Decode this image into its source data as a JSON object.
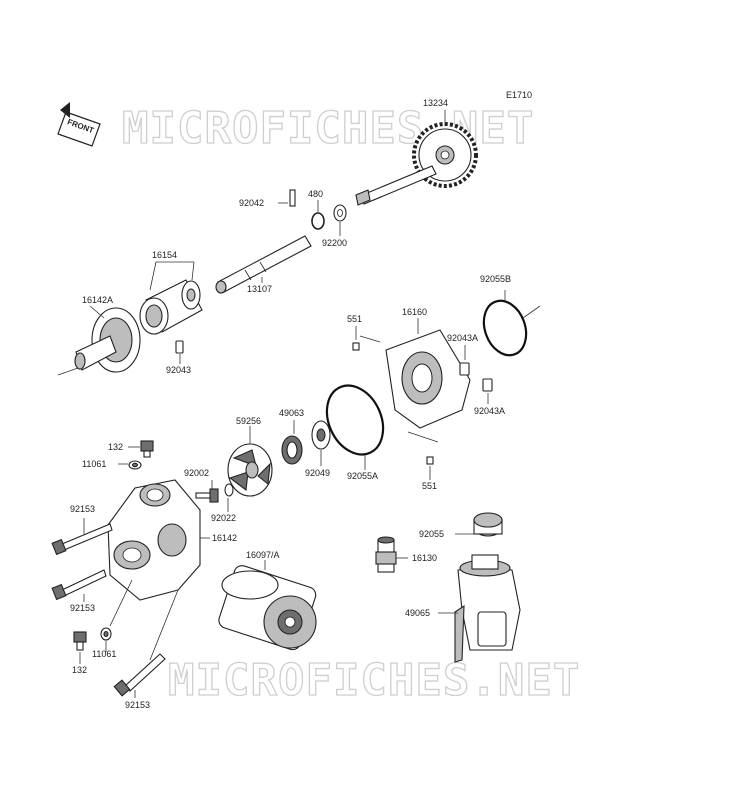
{
  "diagram_code": "E1710",
  "front_label": "FRONT",
  "watermarks": [
    "MICROFICHES.NET",
    "MICROFICHES.NET"
  ],
  "labels": {
    "p13234": "13234",
    "p92042": "92042",
    "p480": "480",
    "p92200": "92200",
    "p16154": "16154",
    "p16142A": "16142A",
    "p13107": "13107",
    "p92043": "92043",
    "p92055B": "92055B",
    "p551a": "551",
    "p16160": "16160",
    "p92043Aa": "92043A",
    "p92043Ab": "92043A",
    "p59256": "59256",
    "p49063": "49063",
    "p92049": "92049",
    "p92055A": "92055A",
    "p551b": "551",
    "p132a": "132",
    "p11061a": "11061",
    "p92002": "92002",
    "p92022": "92022",
    "p92153a": "92153",
    "p16142": "16142",
    "p92153b": "92153",
    "p11061b": "11061",
    "p132b": "132",
    "p92153c": "92153",
    "p16097A": "16097/A",
    "p92055": "92055",
    "p16130": "16130",
    "p49065": "49065"
  }
}
